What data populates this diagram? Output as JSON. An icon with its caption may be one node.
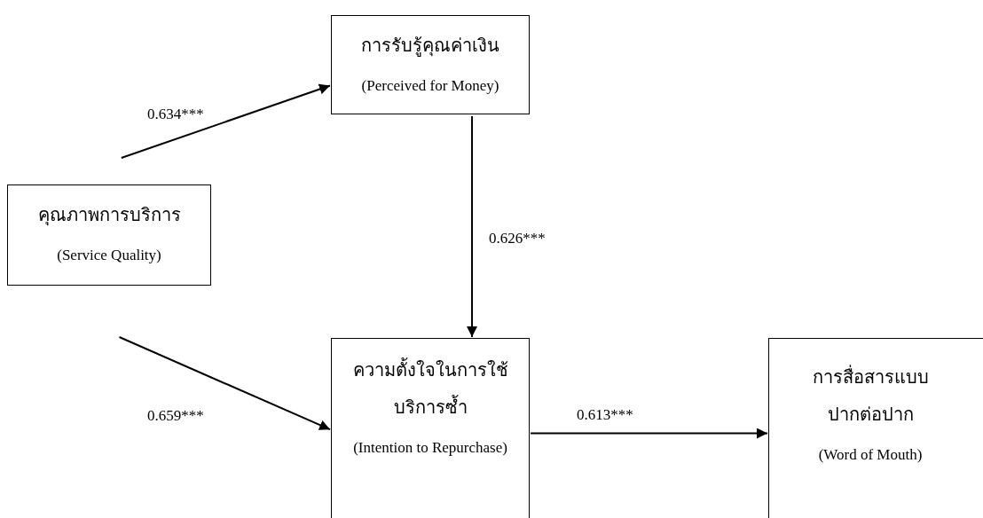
{
  "diagram": {
    "nodes": [
      {
        "text": [
          "การรับรู้คุณค่าเงิน",
          "(Perceived for Money)"
        ]
      },
      {
        "text": [
          "คุณภาพการบริการ",
          "(Service Quality)"
        ]
      },
      {
        "text": [
          "ความตั้งใจในการใช้บริการซ้ำ",
          "(Intention to Repurchase)"
        ]
      },
      {
        "text": [
          "การสื่อสารแบบปากต่อปาก",
          "(Word of Mouth)"
        ]
      }
    ],
    "edges": [
      {
        "from": 1,
        "to": 0,
        "arrow": "to",
        "label": "0.634***"
      },
      {
        "from": 0,
        "to": 2,
        "arrow": "to",
        "label": "0.626***"
      },
      {
        "from": 1,
        "to": 2,
        "arrow": "to",
        "label": "0.659***"
      },
      {
        "from": 2,
        "to": 3,
        "arrow": "to",
        "label": "0.613***"
      }
    ]
  }
}
